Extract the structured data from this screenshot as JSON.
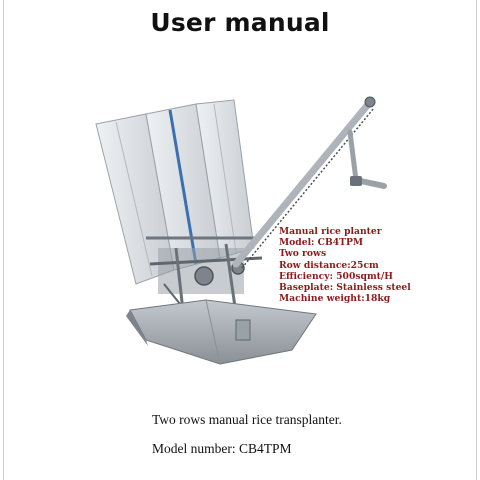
{
  "document": {
    "title": "User manual",
    "specs": [
      "Manual rice planter",
      "Model: CB4TPM",
      "Two rows",
      "Row distance:25cm",
      "Efficiency: 500sqmt/H",
      "Baseplate: Stainless steel",
      "Machine weight:18kg"
    ],
    "caption_line1": "Two rows manual rice transplanter.",
    "caption_line2": "Model number: CB4TPM"
  },
  "colors": {
    "spec_text": "#8b1c1c",
    "metal": "#b8bec4"
  },
  "image": {
    "subject": "rice-transplanter-machine"
  }
}
